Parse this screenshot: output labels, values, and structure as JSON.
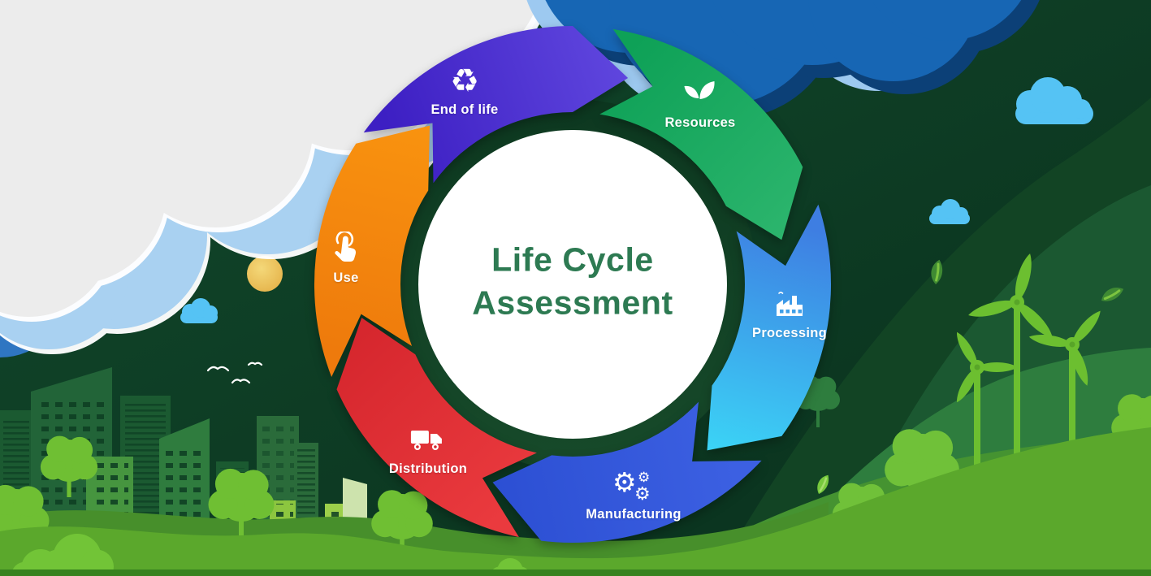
{
  "title": {
    "line1": "Life Cycle",
    "line2": "Assessment",
    "color": "#2d7a52"
  },
  "stages": [
    {
      "label": "Resources",
      "icon": "leaf-icon",
      "color_start": "#0ea157",
      "color_end": "#2cb56d"
    },
    {
      "label": "Processing",
      "icon": "factory-icon",
      "color_start": "#3e7ee2",
      "color_end": "#3bd4f6"
    },
    {
      "label": "Manufacturing",
      "icon": "gears-icon",
      "color_start": "#3c60e2",
      "color_end": "#2c4fd3"
    },
    {
      "label": "Distribution",
      "icon": "truck-icon",
      "color_start": "#ea3a3e",
      "color_end": "#d5262d"
    },
    {
      "label": "Use",
      "icon": "touch-icon",
      "color_start": "#ee7a0c",
      "color_end": "#f9930f"
    },
    {
      "label": "End of life",
      "icon": "recycle-icon",
      "color_start": "#3d1fc3",
      "color_end": "#5f46de"
    }
  ],
  "scene": {
    "sky_green": "#0d4126",
    "ring_green": "#103c20",
    "center_bg": "#ffffff",
    "sun_yellow": "#ecc258",
    "cloud_white": "#ececec",
    "cloud_light_blue": "#a9d1f1",
    "cloud_medium_blue": "#2f76c2",
    "cloud_dark_blue": "#1766b4",
    "small_cloud_blue": "#55c3f4",
    "grass_front_green": "#5ba82c",
    "grass_mid_green": "#478f2b",
    "hill_dark_green": "#1b5831",
    "city_green": "#226438",
    "turbine_green": "#6cbf30",
    "tree_green": "#6fbf33",
    "bird_white": "#ffffff"
  }
}
